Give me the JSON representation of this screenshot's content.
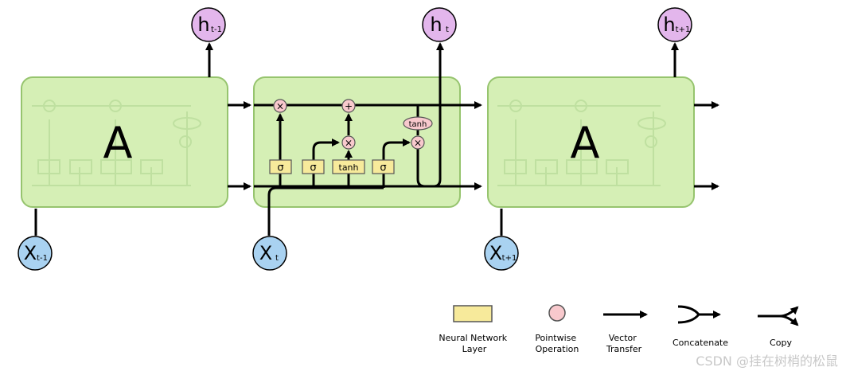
{
  "cells": {
    "prev": {
      "label": "A",
      "input": "X",
      "input_sub": "t-1",
      "output": "h",
      "output_sub": "t-1"
    },
    "curr": {
      "input": "X",
      "input_sub": "t",
      "output": "h",
      "output_sub": "t"
    },
    "next": {
      "label": "A",
      "input": "X",
      "input_sub": "t+1",
      "output": "h",
      "output_sub": "t+1"
    }
  },
  "ops": {
    "mul": "×",
    "add": "+",
    "tanh": "tanh"
  },
  "layers": {
    "sigma": "σ",
    "tanh": "tanh"
  },
  "legend": {
    "neural_network_layer": "Neural Network Layer",
    "pointwise_operation": "Pointwise Operation",
    "vector_transfer": "Vector Transfer",
    "concatenate": "Concatenate",
    "copy": "Copy"
  },
  "watermark": "CSDN @挂在树梢的松鼠",
  "colors": {
    "cell_fill": "#d5efb5",
    "cell_stroke": "#96c46e",
    "layer_fill": "#f7ea9b",
    "pointwise_fill": "#f8c9cd",
    "input_fill": "#a9d2f1",
    "output_fill": "#e3b6ec",
    "ghost": "#bfe0a0"
  }
}
